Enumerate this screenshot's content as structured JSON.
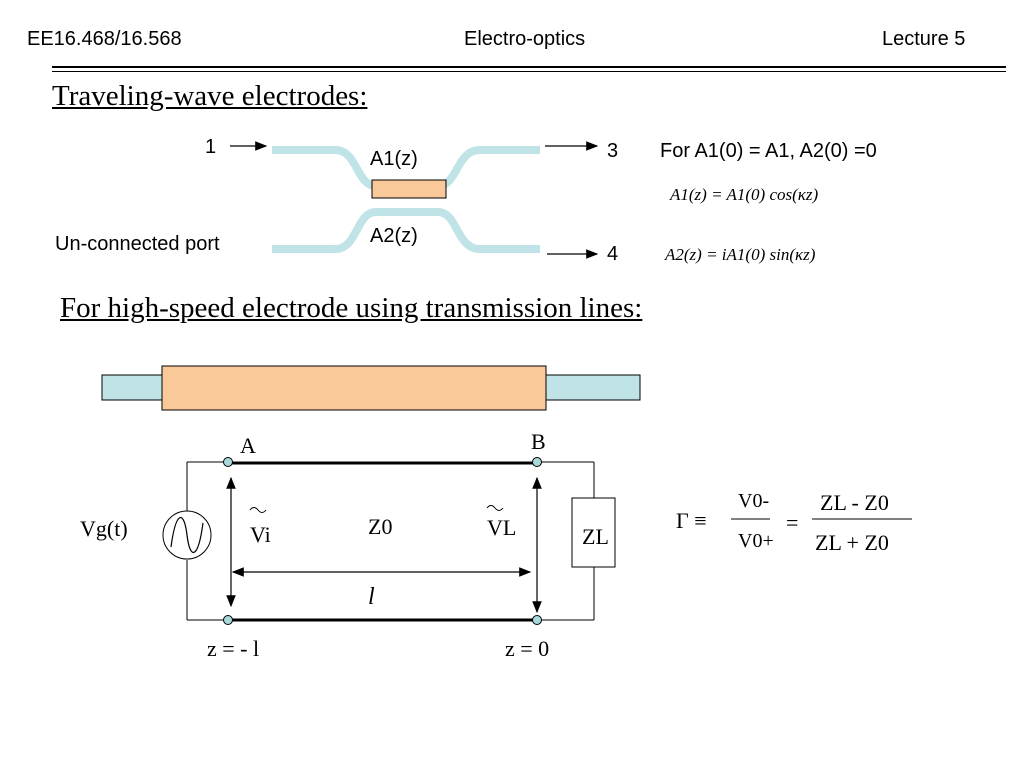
{
  "header": {
    "course": "EE16.468/16.568",
    "title": "Electro-optics",
    "lecture": "Lecture 5"
  },
  "section1": {
    "heading": "Traveling-wave electrodes:",
    "port1": "1",
    "port3": "3",
    "port4": "4",
    "unconnected": "Un-connected port",
    "a1z": "A1(z)",
    "a2z": "A2(z)",
    "condition": "For A1(0) = A1, A2(0) =0",
    "eq1": "A1(z) = A1(0) cos(κz)",
    "eq2": "A2(z) = iA1(0) sin(κz)"
  },
  "section2": {
    "heading": "For high-speed electrode using transmission lines:",
    "node_a": "A",
    "node_b": "B",
    "vg": "Vg(t)",
    "vi": "Vi",
    "z0": "Z0",
    "vl": "VL",
    "zl": "ZL",
    "l": "l",
    "z_left": "z = - l",
    "z_right": "z = 0",
    "gamma": "Γ ≡",
    "v0_minus": "V0-",
    "v0_plus": "V0+",
    "equals": "=",
    "zl_minus_z0": "ZL - Z0",
    "zl_plus_z0": "ZL + Z0"
  },
  "colors": {
    "waveguide": "#bfe3e6",
    "electrode": "#fac99a",
    "node": "#a8d8da"
  }
}
